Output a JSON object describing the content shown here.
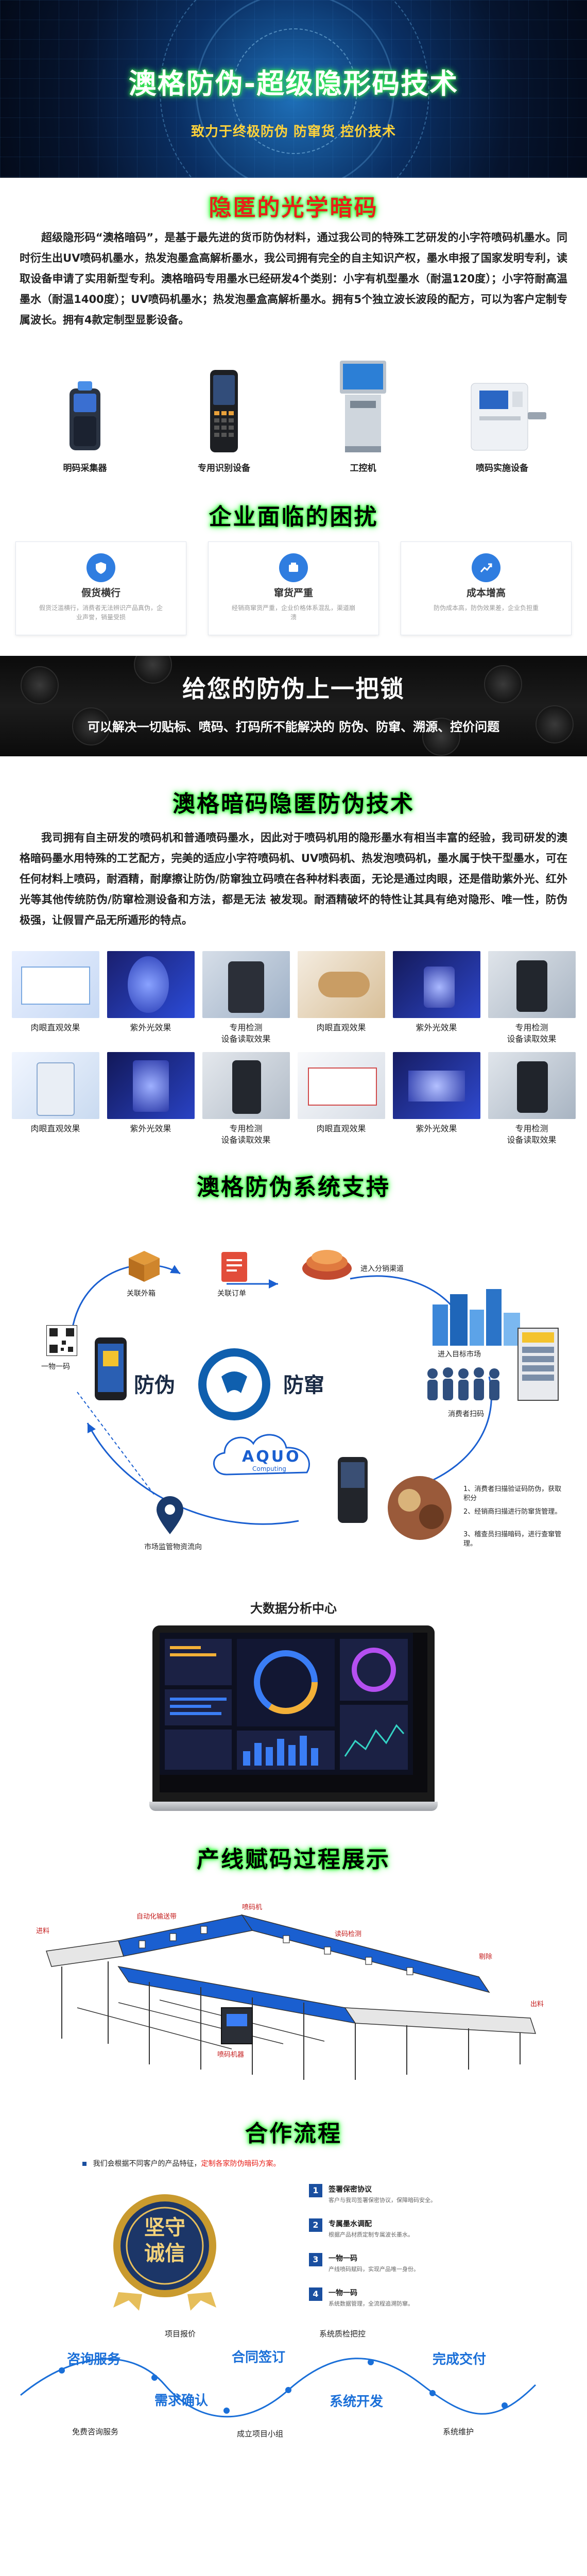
{
  "hero": {
    "title": "澳格防伪-超级隐形码技术",
    "subtitle": "致力于终极防伪 防窜货 控价技术"
  },
  "optical": {
    "title": "隐匿的光学暗码",
    "paragraph": "超级隐形码“澳格暗码”，是基于最先进的货币防伪材料，通过我公司的特殊工艺研发的小字符喷码机墨水。同时衍生出UV喷码机墨水，热发泡墨盒高解析墨水，我公司拥有完全的自主知识产权，墨水申报了国家发明专利，读取设备申请了实用新型专利。澳格暗码专用墨水已经研发4个类别：小字有机型墨水（耐温120度）；小字符耐高温墨水（耐温1400度）；UV喷码机墨水；热发泡墨盒高解析墨水。拥有5个独立波长波段的配方，可以为客户定制专属波长。拥有4款定制型显影设备。",
    "devices": [
      {
        "label": "明码采集器"
      },
      {
        "label": "专用识别设备"
      },
      {
        "label": "工控机"
      },
      {
        "label": "喷码实施设备"
      }
    ]
  },
  "troubles": {
    "title": "企业面临的困扰",
    "items": [
      {
        "title": "假货横行",
        "desc": "假货泛滥横行，消费者无法辨识产品真伪，企业声誉，销量受损",
        "color": "#2f7de0"
      },
      {
        "title": "窜货严重",
        "desc": "经销商窜货严重，企业价格体系混乱，渠道崩溃",
        "color": "#2f7de0"
      },
      {
        "title": "成本增高",
        "desc": "防伪成本高，防伪效果差，企业负担重",
        "color": "#2f7de0"
      }
    ]
  },
  "banner": {
    "title": "给您的防伪上一把锁",
    "subtitle": "可以解决一切贴标、喷码、打码所不能解决的 防伪、防窜、溯源、控价问题"
  },
  "tech": {
    "title": "澳格暗码隐匿防伪技术",
    "paragraph": "我司拥有自主研发的喷码机和普通喷码墨水，因此对于喷码机用的隐形墨水有相当丰富的经验，我司研发的澳格暗码墨水用特殊的工艺配方，完美的适应小字符喷码机、UV喷码机、热发泡喷码机，墨水属于快干型墨水，可在任何材料上喷码，耐酒精，耐摩擦让防伪/防窜独立码喷在各种材料表面，无论是通过肉眼，还是借助紫外光、红外光等其他传统防伪/防窜检测设备和方法，都是无法 被发现。耐酒精破坏的特性让其具有绝对隐形、唯一性，防伪极强，让假冒产品无所遁形的特点。",
    "effects": [
      {
        "label": "肉眼直观效果"
      },
      {
        "label": "紫外光效果"
      },
      {
        "label": "专用检测\n设备读取效果"
      },
      {
        "label": "肉眼直观效果"
      },
      {
        "label": "紫外光效果"
      },
      {
        "label": "专用检测\n设备读取效果"
      },
      {
        "label": "肉眼直观效果"
      },
      {
        "label": "紫外光效果"
      },
      {
        "label": "专用检测\n设备读取效果"
      },
      {
        "label": "肉眼直观效果"
      },
      {
        "label": "紫外光效果"
      },
      {
        "label": "专用检测\n设备读取效果"
      }
    ]
  },
  "system": {
    "title": "澳格防伪系统支持",
    "labels": {
      "one_code": "一物一码",
      "box_relation": "关联外箱",
      "relation_order": "关联订单",
      "enter_channel": "进入分销渠道",
      "enter_target": "进入目标市场",
      "consumer_scan": "消费者扫码",
      "market_flow": "市场监管物资流向",
      "center_left": "防伪",
      "center_right": "防窜",
      "cloud": "AQUO",
      "cloud_sub": "Computing",
      "note1": "1、消费者扫描验证码防伪，获取积分",
      "note2": "2、经销商扫描进行防窜货管理。",
      "note3": "3、稽查员扫描暗码，进行查窜管理。"
    },
    "bigdata_title": "大数据分析中心"
  },
  "production": {
    "title": "产线赋码过程展示",
    "labels": {
      "entry": "进料",
      "conveyor": "自动化输送带",
      "coder": "喷码机",
      "reader": "读码检测",
      "exit": "出料",
      "reject": "剔除",
      "machine": "喷码机器"
    }
  },
  "cooperation": {
    "title": "合作流程",
    "note_pre": "我们会根据不同客户的产品特征，",
    "note_hl": "定制各家防伪暗码方案。",
    "badge_text": "坚守\n诚信",
    "steps": [
      {
        "num": "1",
        "title": "签署保密协议",
        "desc": "客户与我司签署保密协议，保障暗码安全。"
      },
      {
        "num": "2",
        "title": "专属墨水调配",
        "desc": "根据产品材质定制专属波长墨水。"
      },
      {
        "num": "3",
        "title": "一物一码",
        "desc": "产线喷码赋码，实现产品唯一身份。"
      },
      {
        "num": "4",
        "title": "一物一码",
        "desc": "系统数据管理，全流程追溯防窜。"
      }
    ],
    "flow_top": [
      "项目报价",
      "系统质检把控"
    ],
    "flow_nodes": [
      "咨询服务",
      "合同签订",
      "完成交付"
    ],
    "flow_mid": [
      "需求确认",
      "系统开发"
    ],
    "flow_bottom": [
      "免费咨询服务",
      "成立项目小组",
      "系统维护"
    ]
  }
}
